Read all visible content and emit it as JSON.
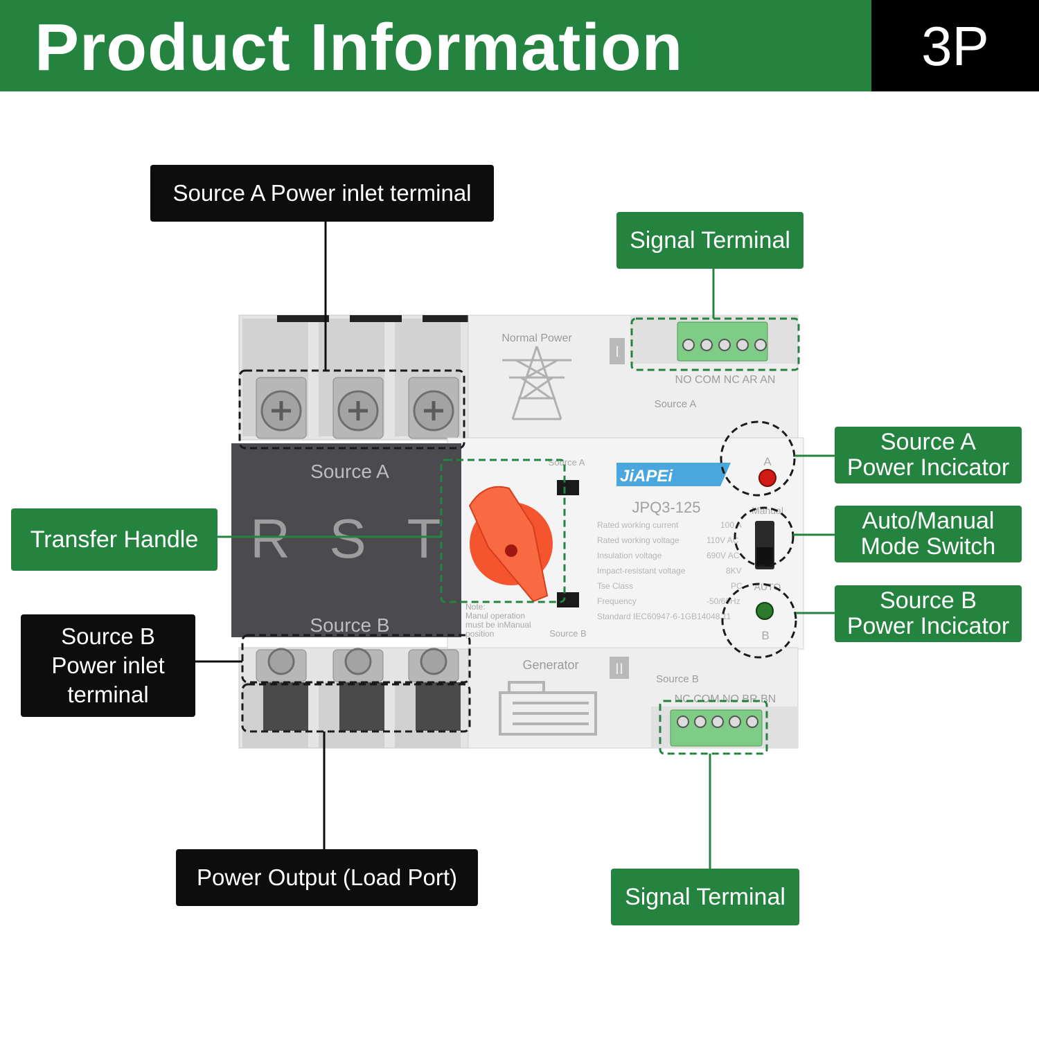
{
  "header": {
    "title": "Product Information",
    "badge": "3P"
  },
  "colors": {
    "green": "#24843f",
    "black": "#0d0d0d",
    "handle": "#f4552f",
    "led_red": "#d11a14",
    "led_green": "#2d7a2d",
    "terminal_green": "#7fcc86"
  },
  "callouts": {
    "source_a_inlet": "Source A Power inlet terminal",
    "signal_top": "Signal Terminal",
    "source_a_indicator": [
      "Source A",
      "Power Incicator"
    ],
    "transfer_handle": "Transfer Handle",
    "mode_switch": [
      "Auto/Manual",
      "Mode Switch"
    ],
    "source_b_indicator": [
      "Source B",
      "Power Incicator"
    ],
    "source_b_inlet": [
      "Source B",
      "Power inlet",
      "terminal"
    ],
    "power_output": "Power Output (Load Port)",
    "signal_bottom": "Signal Terminal"
  },
  "device": {
    "cover_source_a": "Source A",
    "cover_source_b": "Source B",
    "phases": [
      "R",
      "S",
      "T"
    ],
    "brand": "JiAPEi",
    "model": "JPQ3-125",
    "normal_power": "Normal Power",
    "generator": "Generator",
    "roman_top": "I",
    "roman_bottom": "II",
    "top_terminal_labels": "NO COM NC AR AN",
    "bottom_terminal_labels": "NC COM NO BR BN",
    "source_a_small": "Source A",
    "source_b_small": "Source B",
    "switch_source_a": "Source A",
    "switch_source_b": "Source B",
    "indicator_a_letter": "A",
    "indicator_b_letter": "B",
    "manual": "Manual",
    "auto": "AUTO",
    "note": [
      "Note:",
      "Manul operation",
      "must be inManual",
      "position"
    ],
    "specs": [
      {
        "label": "Rated working current",
        "value": "100 A"
      },
      {
        "label": "Rated working voltage",
        "value": "110V AC"
      },
      {
        "label": "Insulation voltage",
        "value": "690V AC"
      },
      {
        "label": "Impact-resistant voltage",
        "value": "8KV"
      },
      {
        "label": "Tse Class",
        "value": "PC"
      },
      {
        "label": "Frequency",
        "value": "-50/60Hz"
      }
    ],
    "standard": "Standard IEC60947-6-1GB14048.11"
  }
}
